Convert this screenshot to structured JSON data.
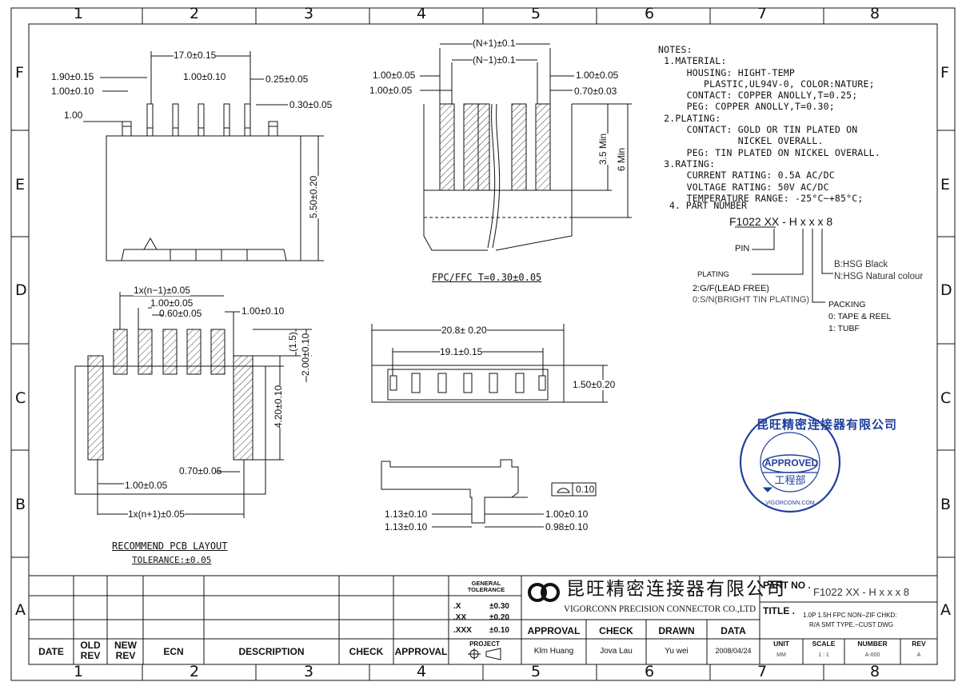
{
  "grid": {
    "columns": [
      "1",
      "2",
      "3",
      "4",
      "5",
      "6",
      "7",
      "8"
    ],
    "rows": [
      "F",
      "E",
      "D",
      "C",
      "B",
      "A"
    ]
  },
  "top_view": {
    "dim_pitch_span": "17.0±0.15",
    "dim_190": "1.90±0.15",
    "dim_100a": "1.00±0.10",
    "dim_100b": "1.00±0.10",
    "dim_025": "0.25±0.05",
    "dim_030": "0.30±0.05",
    "dim_100c": "1.00",
    "dim_550": "5.50±0.20"
  },
  "fpc": {
    "dim_n_plus": "(N+1)±0.1",
    "dim_n_minus": "(N−1)±0.1",
    "dim_left1": "1.00±0.05",
    "dim_left2": "1.00±0.05",
    "dim_right1": "1.00±0.05",
    "dim_right2": "0.70±0.03",
    "dim_35": "3.5 Min",
    "dim_6": "6 Min",
    "caption": "FPC/FFC T=0.30±0.05"
  },
  "pcb": {
    "dim_pitch_n1": "1x(n−1)±0.05",
    "dim_100": "1.00±0.05",
    "dim_060": "0.60±0.05",
    "dim_100b": "1.00±0.10",
    "dim_15": "(1.5)",
    "dim_200": "2.00±0.10",
    "dim_420": "4.20±0.10",
    "dim_070": "0.70±0.05",
    "dim_100c": "1.00±0.05",
    "dim_pitch_n1plus": "1x(n+1)±0.05",
    "title": "RECOMMEND PCB LAYOUT",
    "tolerance": "TOLERANCE:±0.05"
  },
  "front_view": {
    "dim_208": "20.8± 0.20",
    "dim_191": "19.1±0.15",
    "dim_150": "1.50±0.20"
  },
  "side_view": {
    "dim_113a": "1.13±0.10",
    "dim_113b": "1.13±0.10",
    "dim_100": "1.00±0.10",
    "dim_098": "0.98±0.10",
    "flatness": "0.10"
  },
  "notes": {
    "text": "NOTES:\n 1.MATERIAL:\n     HOUSING: HIGHT-TEMP\n        PLASTIC,UL94V-0, COLOR:NATURE;\n     CONTACT: COPPER ANOLLY,T=0.25;\n     PEG: COPPER ANOLLY,T=0.30;\n 2.PLATING:\n     CONTACT: GOLD OR TIN PLATED ON\n              NICKEL OVERALL.\n     PEG: TIN PLATED ON NICKEL OVERALL.\n 3.RATING:\n     CURRENT RATING: 0.5A AC/DC\n     VOLTAGE RATING: 50V AC/DC\n     TEMPERATURE RANGE: -25°C~+85°C;",
    "part_number_label": "4. PART NUMBER",
    "part_number": "F1022 XX - H x x x 8",
    "pin": "PIN",
    "plating": "PLATING",
    "plating_opt1": "2:G/F(LEAD FREE)",
    "plating_opt2": "0:S/N(BRIGHT TIN PLATING)",
    "hsg1": "B:HSG Black",
    "hsg2": "N:HSG Natural colour",
    "packing": "PACKING",
    "packing1": "0: TAPE & REEL",
    "packing2": "1: TUBF"
  },
  "stamp": {
    "top_text": "昆旺精密连接器有限公司",
    "approved": "APPROVED",
    "dept": "工程部",
    "bottom_text": "VIGORCONN.COM"
  },
  "title_block": {
    "rev_headers": [
      "DATE",
      "OLD REV",
      "NEW REV",
      "ECN",
      "DESCRIPTION",
      "CHECK",
      "APPROVAL"
    ],
    "general_tolerance": "GENERAL TOLERANCE",
    "tol_rows": [
      [
        ".X",
        "±0.30"
      ],
      [
        ".XX",
        "±0.20"
      ],
      [
        ".XXX",
        "±0.10"
      ]
    ],
    "project": "PROJECT",
    "company_cn": "昆旺精密连接器有限公司",
    "company_en": "VIGORCONN PRECISION CONNECTOR CO.,LTD",
    "sign_headers": [
      "APPROVAL",
      "CHECK",
      "DRAWN",
      "DATA"
    ],
    "sign_values": [
      "Klm Huang",
      "Jova Lau",
      "Yu wei",
      "2008/04/24"
    ],
    "part_no_label": "PART NO .",
    "part_no": "F1022 XX - H x x x 8",
    "title_label": "TITLE .",
    "title_line1": "1.0P 1.5H FPC NON−ZIF CHKD:",
    "title_line2": "R/A SMT TYPE.−CUST DWG",
    "info_headers": [
      "UNIT",
      "SCALE",
      "NUMBER",
      "REV"
    ],
    "info_values": [
      "MM",
      "1 : 1",
      "A-000",
      "A"
    ]
  },
  "colors": {
    "ink": "#111111",
    "stamp": "#1f3f9c"
  }
}
